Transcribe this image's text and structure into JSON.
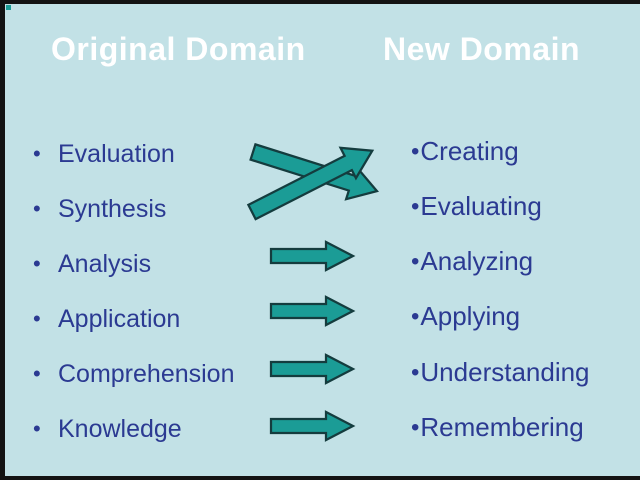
{
  "headers": {
    "left": "Original Domain",
    "right": "New Domain"
  },
  "bullet_char": "•",
  "left_list": [
    "Evaluation",
    "Synthesis",
    "Analysis",
    "Application",
    "Comprehension",
    "Knowledge"
  ],
  "right_list": [
    "Creating",
    "Evaluating",
    "Analyzing",
    "Applying",
    "Understanding",
    "Remembering"
  ],
  "colors": {
    "background": "#c2e1e6",
    "title": "#ffffff",
    "text": "#2b3a92",
    "arrow_fill": "#1b9c96",
    "arrow_stroke": "#143c3e"
  }
}
